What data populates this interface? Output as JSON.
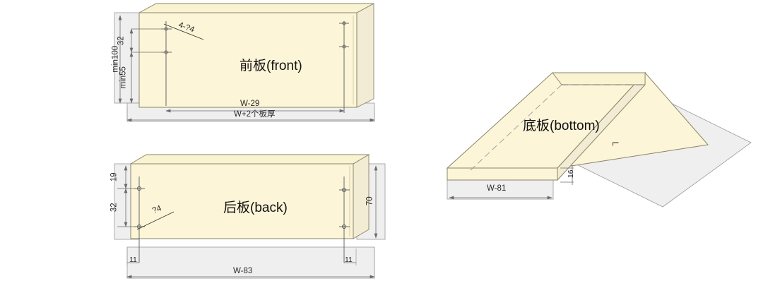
{
  "drawing": {
    "type": "engineering-part-drawing",
    "background": "#ffffff",
    "panel_fill": "#FCF5D8",
    "panel_edge": "#8a8468",
    "dim_area_fill": "#EFEFEF",
    "dim_line_color": "#6b6b6b",
    "text_color": "#1a1a1a"
  },
  "front_panel": {
    "title": "前板(front)",
    "dim_min100": "min100",
    "dim_32": "32",
    "dim_min55": "min55",
    "leader_holes": "4-?4",
    "dim_w29": "W-29",
    "dim_w2board": "W+2个板厚"
  },
  "back_panel": {
    "title": "后板(back)",
    "dim_19": "19",
    "dim_32": "32",
    "leader_holes": "?4",
    "dim_70": "70",
    "dim_11_left": "11",
    "dim_11_right": "11",
    "dim_w83": "W-83"
  },
  "bottom_panel": {
    "title": "底板(bottom)",
    "dim_L": "L",
    "dim_16": "16",
    "dim_w81": "W-81"
  }
}
